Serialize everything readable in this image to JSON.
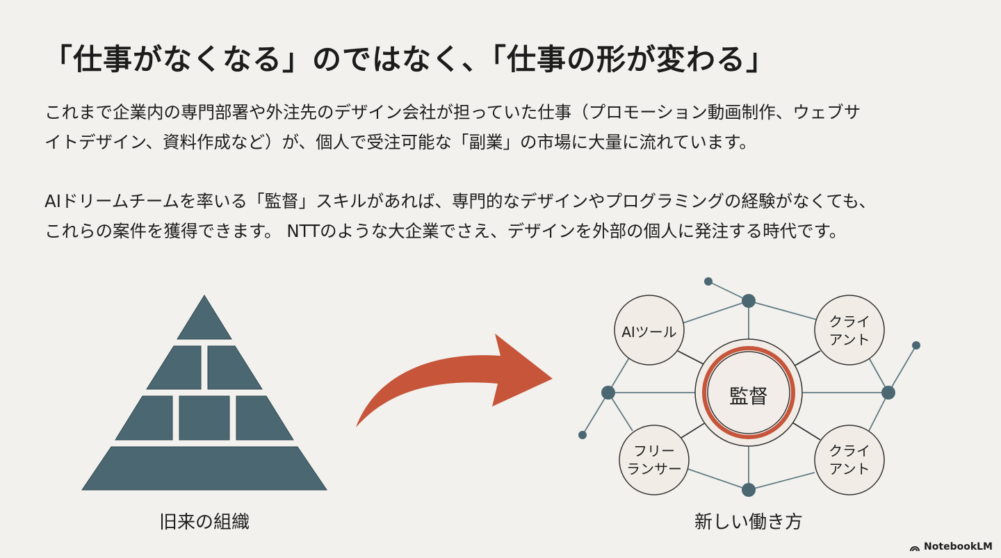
{
  "title": "「仕事がなくなる」のではなく、「仕事の形が変わる」",
  "paragraph1": [
    "これまで企業内の専門部署や外注先のデザイン会社が担っていた仕事（プロモーション動画制作、ウェブサ",
    "イトデザイン、資料作成など）が、個人で受注可能な「副業」の市場に大量に流れています。"
  ],
  "paragraph2": [
    "AIドリームチームを率いる「監督」スキルがあれば、専門的なデザインやプログラミングの経験がなくても、",
    "これらの案件を獲得できます。 NTTのような大企業でさえ、デザインを外部の個人に発注する時代です。"
  ],
  "left_caption": "旧来の組織",
  "right_caption": "新しい働き方",
  "network": {
    "center": "監督",
    "nodes": [
      [
        "AIツール"
      ],
      [
        "クライ",
        "アント"
      ],
      [
        "フリー",
        "ランサー"
      ],
      [
        "クライ",
        "アント"
      ]
    ]
  },
  "logo": "NotebookLM",
  "colors": {
    "slate": "#4b6872",
    "accent": "#c6553a",
    "bg": "#f2f1ed"
  }
}
